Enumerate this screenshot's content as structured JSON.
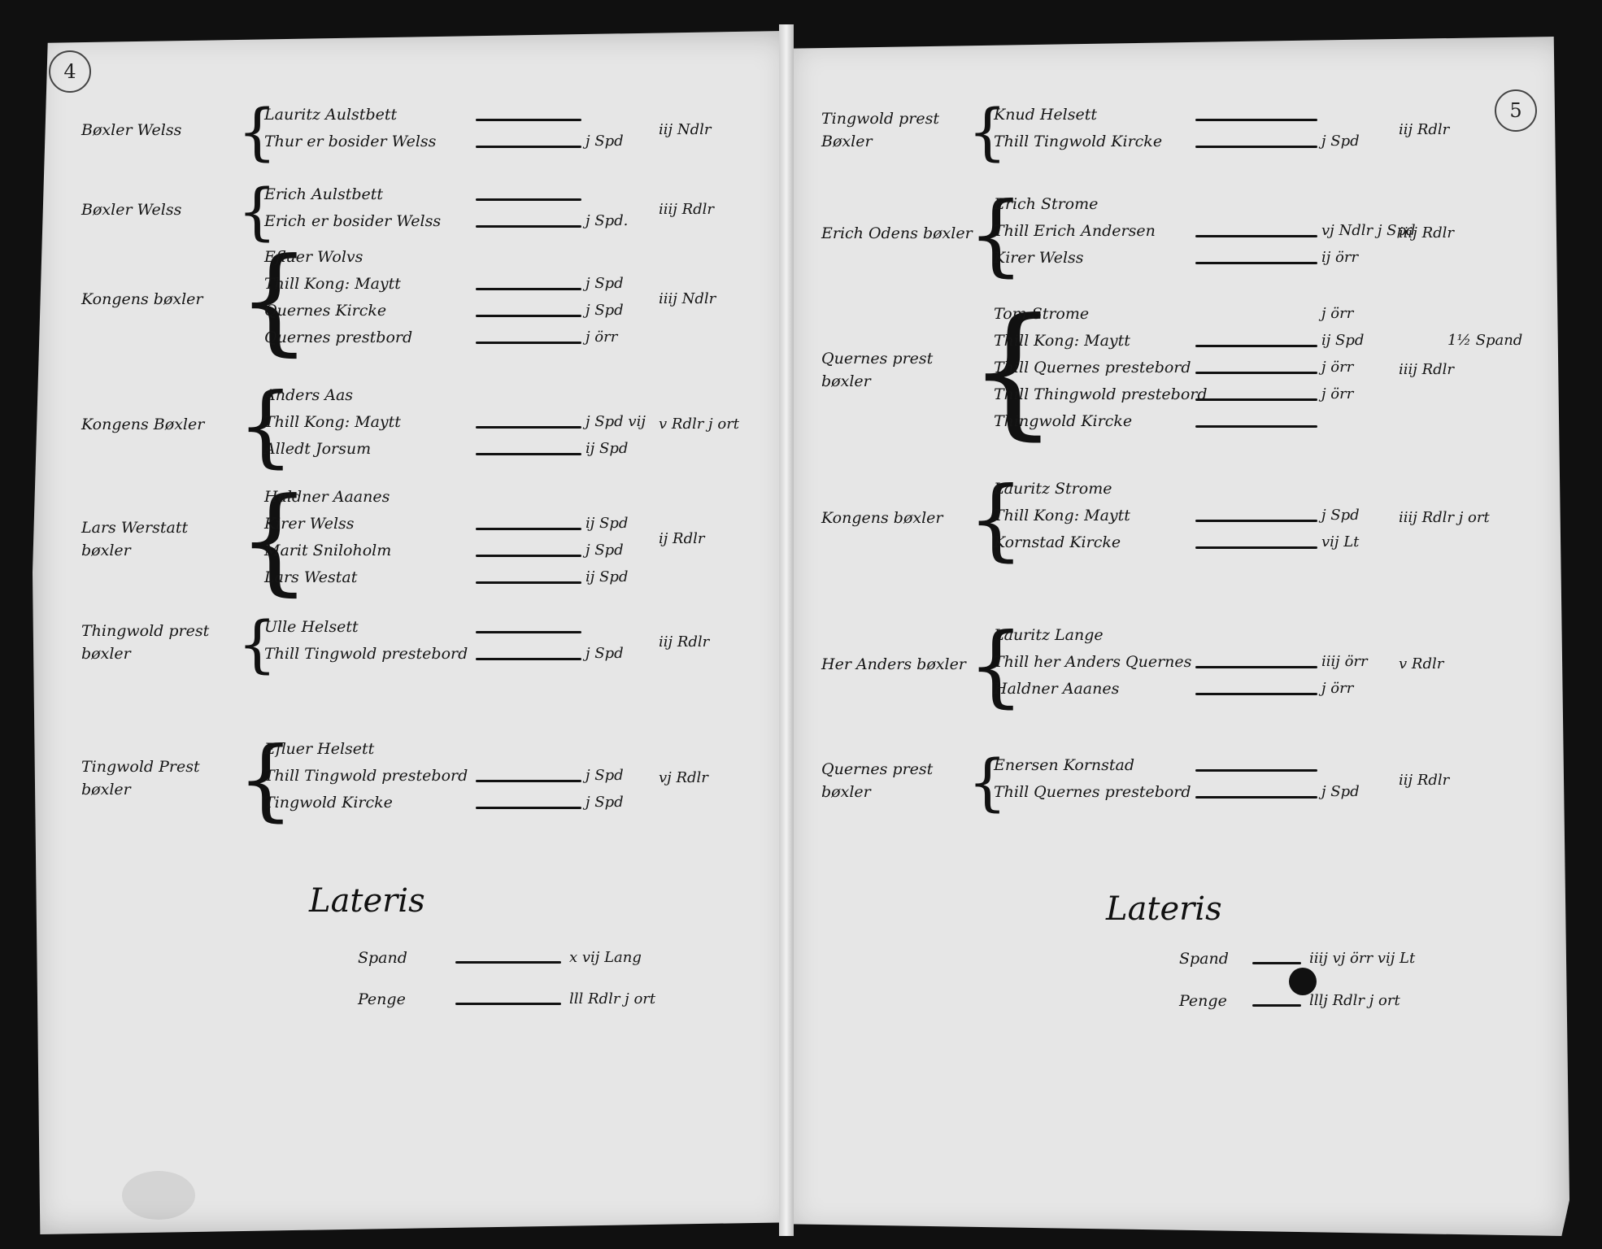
{
  "left": {
    "folio": "4",
    "entries": [
      {
        "label": [
          "Bøxler Welss"
        ],
        "items": [
          "Lauritz Aulstbett",
          "Thur er bosider Welss"
        ],
        "amts": [
          "",
          "j Spd"
        ],
        "note": "iij Ndlr"
      },
      {
        "label": [
          "Bøxler Welss"
        ],
        "items": [
          "Erich Aulstbett",
          "Erich er bosider Welss"
        ],
        "amts": [
          "",
          "j Spd."
        ],
        "note": "iiij Rdlr"
      },
      {
        "label": [
          "Kongens bøxler"
        ],
        "items": [
          "Efluer Wolvs",
          "Thill Kong: Maytt",
          "Quernes Kircke",
          "Quernes prestbord"
        ],
        "amts": [
          "",
          "j Spd",
          "j Spd",
          "j örr"
        ],
        "note": "iiij Ndlr"
      },
      {
        "label": [
          "Kongens Bøxler"
        ],
        "items": [
          "Anders Aas",
          "Thill Kong: Maytt",
          "Alledt Jorsum"
        ],
        "amts": [
          "",
          "j Spd vij",
          "ij Spd"
        ],
        "note": "v Rdlr j ort"
      },
      {
        "label": [
          "Lars Werstatt",
          "bøxler"
        ],
        "items": [
          "Haldner Aaanes",
          "Kirer Welss",
          "Marit Sniloholm",
          "Lars Westat"
        ],
        "amts": [
          "",
          "ij Spd",
          "j Spd",
          "ij Spd"
        ],
        "note": "ij Rdlr"
      },
      {
        "label": [
          "Thingwold prest",
          "bøxler"
        ],
        "items": [
          "Ulle Helsett",
          "Thill Tingwold prestebord"
        ],
        "amts": [
          "",
          "j Spd"
        ],
        "note": "iij Rdlr"
      },
      {
        "label": [
          "Tingwold Prest",
          "bøxler"
        ],
        "items": [
          "Efluer Helsett",
          "Thill Tingwold prestebord",
          "Tingwold Kircke"
        ],
        "amts": [
          "",
          "j Spd",
          "j Spd"
        ],
        "note": "vj Rdlr"
      }
    ],
    "lateris": {
      "word": "Lateris",
      "rows": [
        {
          "label": "Spand",
          "value": "x vij Lang"
        },
        {
          "label": "Penge",
          "value": "lll Rdlr j ort"
        }
      ]
    }
  },
  "right": {
    "folio": "5",
    "entries": [
      {
        "label": [
          "Tingwold prest",
          "Bøxler"
        ],
        "items": [
          "Knud Helsett",
          "Thill Tingwold Kircke"
        ],
        "amts": [
          "",
          "j Spd"
        ],
        "note": "iij Rdlr"
      },
      {
        "label": [
          "Erich Odens bøxler"
        ],
        "items": [
          "Erich Strome",
          "Thill Erich Andersen",
          "Kirer Welss"
        ],
        "amts": [
          "",
          "vj Ndlr j Spd",
          "ij örr"
        ],
        "note": "iiij Rdlr"
      },
      {
        "label": [
          "Quernes prest",
          "bøxler"
        ],
        "items": [
          "Tom Strome",
          "Thill Kong: Maytt",
          "Thill Quernes prestebord",
          "Thill Thingwold prestebord",
          "Thingwold Kircke"
        ],
        "amts": [
          "j örr",
          "ij Spd",
          "j örr",
          "j örr",
          ""
        ],
        "note": "iiij Rdlr",
        "marginal": "1½ Spand"
      },
      {
        "label": [
          "Kongens bøxler"
        ],
        "items": [
          "Lauritz Strome",
          "Thill Kong: Maytt",
          "Kornstad Kircke"
        ],
        "amts": [
          "",
          "j Spd",
          "vij Lt"
        ],
        "note": "iiij Rdlr j ort"
      },
      {
        "label": [
          "Her Anders bøxler"
        ],
        "items": [
          "Lauritz Lange",
          "Thill her Anders Quernes",
          "Haldner Aaanes"
        ],
        "amts": [
          "",
          "iiij örr",
          "j örr"
        ],
        "note": "v Rdlr"
      },
      {
        "label": [
          "Quernes prest",
          "bøxler"
        ],
        "items": [
          "Enersen Kornstad",
          "Thill Quernes prestebord"
        ],
        "amts": [
          "",
          "j Spd"
        ],
        "note": "iij Rdlr"
      }
    ],
    "lateris": {
      "word": "Lateris",
      "rows": [
        {
          "label": "Spand",
          "value": "iiij vj örr vij Lt"
        },
        {
          "label": "Penge",
          "value": "lllj Rdlr j ort"
        }
      ]
    }
  }
}
